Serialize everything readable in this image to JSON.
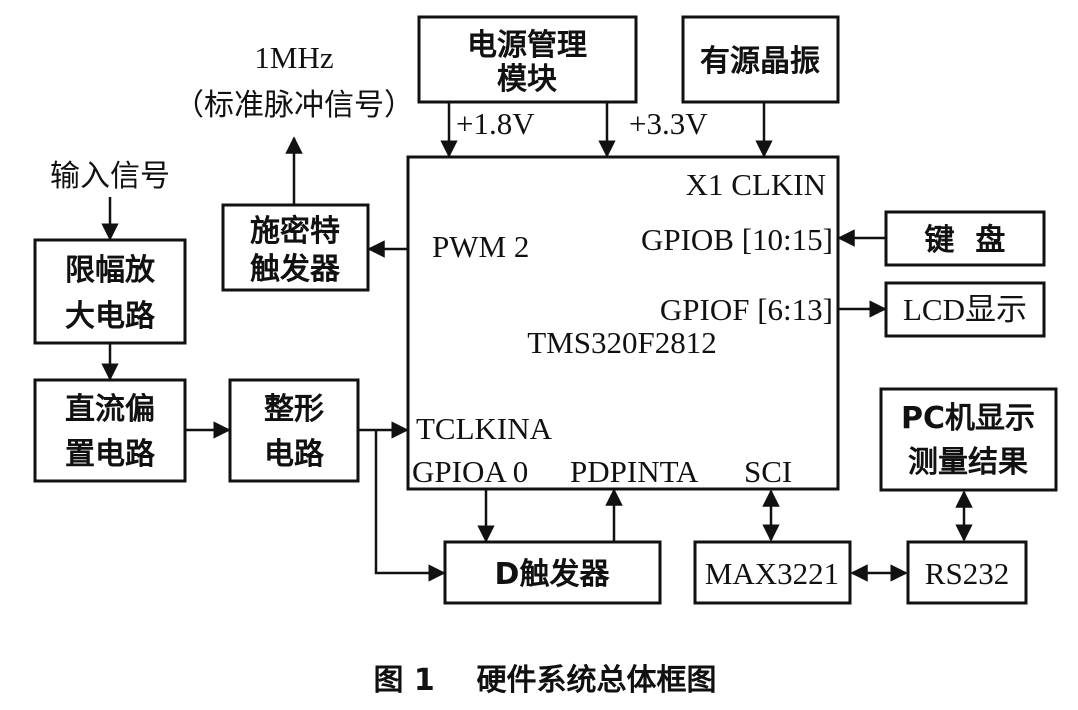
{
  "blocks": {
    "power": [
      "电源管理",
      "模块"
    ],
    "osc": "有源晶振",
    "limiter": [
      "限幅放",
      "大电路"
    ],
    "dc_bias": [
      "直流偏",
      "置电路"
    ],
    "shaper": [
      "整形",
      "电路"
    ],
    "schmitt": [
      "施密特",
      "触发器"
    ],
    "keyboard": "键  盘",
    "lcd": "LCD显示",
    "pc": [
      "PC机显示",
      "测量结果"
    ],
    "dff": "D触发器",
    "max": "MAX3221",
    "rs232": "RS232"
  },
  "labels": {
    "input_signal": "输入信号",
    "clock_1mhz": "1MHz",
    "std_pulse": "（标准脉冲信号）",
    "v18": "+1.8V",
    "v33": "+3.3V"
  },
  "dsp": {
    "name": "TMS320F2812",
    "x1clkin": "X1 CLKIN",
    "pwm2": "PWM 2",
    "gpiob": "GPIOB [10:15]",
    "gpiof": "GPIOF [6:13]",
    "tclkina": "TCLKINA",
    "gpioa0": "GPIOA 0",
    "pdpinta": "PDPINTA",
    "sci": "SCI"
  },
  "caption": "图 1    硬件系统总体框图"
}
